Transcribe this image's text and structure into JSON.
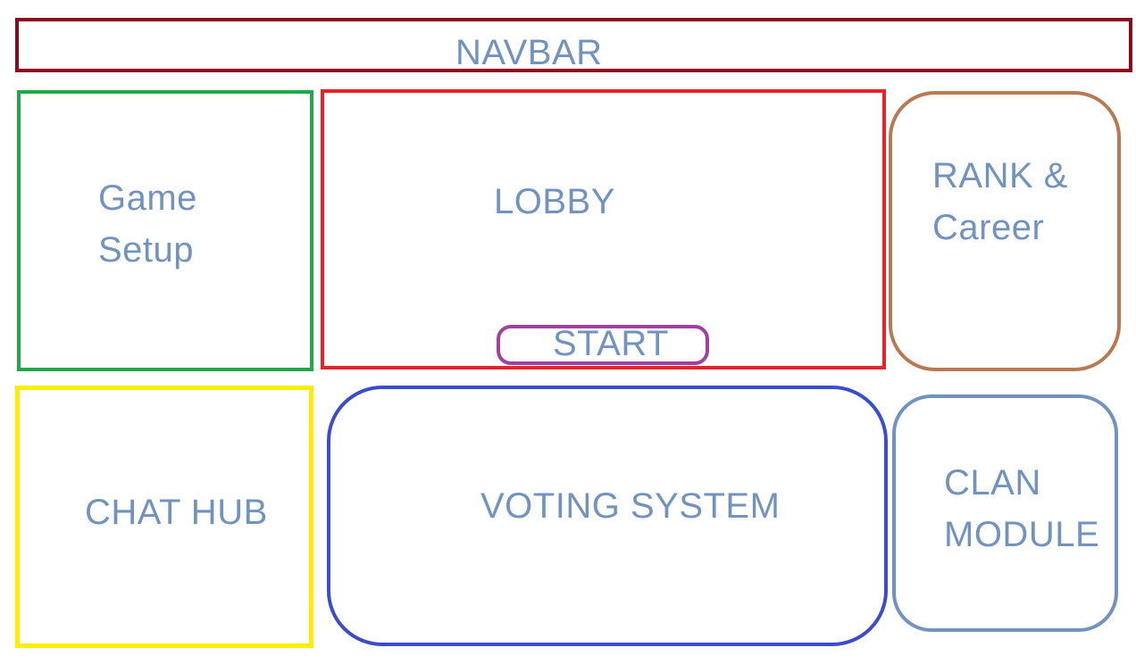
{
  "wireframe": {
    "navbar": {
      "label": "NAVBAR",
      "color": "#8b0a1e"
    },
    "game_setup": {
      "label": "Game\nSetup",
      "color": "#22a84a"
    },
    "lobby": {
      "label": "LOBBY",
      "color": "#e8212b"
    },
    "start_button": {
      "label": "START",
      "color": "#a040a0"
    },
    "rank_career": {
      "label": "RANK &\nCareer",
      "color": "#b87a52"
    },
    "chat_hub": {
      "label": "CHAT HUB",
      "color": "#ffee00"
    },
    "voting_system": {
      "label": "VOTING SYSTEM",
      "color": "#3b4ec8"
    },
    "clan_module": {
      "label": "CLAN\nMODULE",
      "color": "#7393bf"
    }
  },
  "label_color": "#7393bf"
}
